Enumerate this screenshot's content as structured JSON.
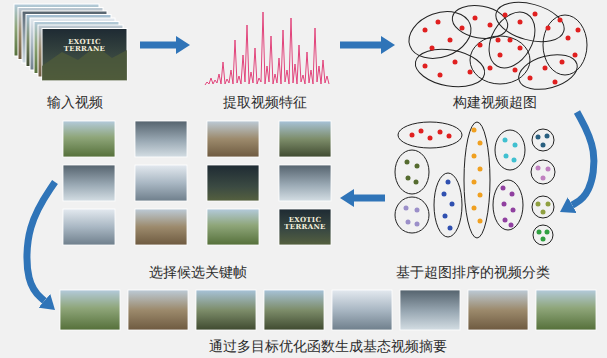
{
  "diagram": {
    "nodes": [
      {
        "text": [
          "输入视频"
        ]
      },
      {
        "text": [
          "提取视频特征"
        ]
      },
      {
        "text": [
          "构建视频超图"
        ]
      },
      {
        "text": [
          "基于超图排序的视频分类"
        ]
      },
      {
        "text": [
          "选择候选关键帧"
        ]
      },
      {
        "text": [
          "通过多目标优化函数生成基态视频摘要"
        ]
      }
    ],
    "edges": [
      {
        "from": 0,
        "to": 1,
        "arrow": "to"
      },
      {
        "from": 1,
        "to": 2,
        "arrow": "to"
      },
      {
        "from": 2,
        "to": 3,
        "arrow": "to"
      },
      {
        "from": 3,
        "to": 4,
        "arrow": "to"
      },
      {
        "from": 4,
        "to": 5,
        "arrow": "to"
      }
    ],
    "labels": [
      "EXOTIC TERRANE",
      "EXOTIC TERRANE"
    ]
  }
}
